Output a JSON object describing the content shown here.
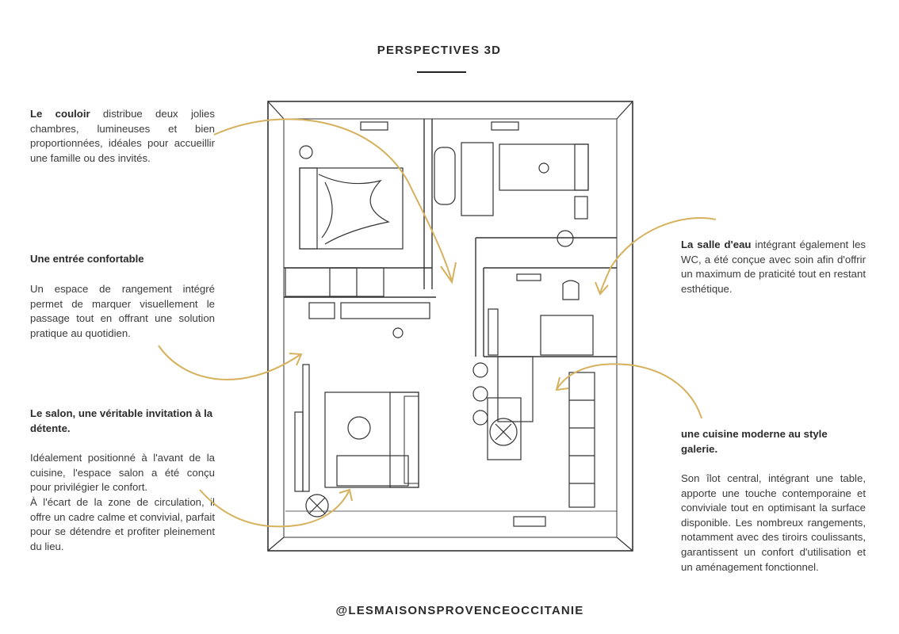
{
  "title": "PERSPECTIVES 3D",
  "handle": "@LESMAISONSPROVENCEOCCITANIE",
  "accent_color": "#d6b15e",
  "couloir": {
    "lead": "Le couloir",
    "text": " distribue deux jolies chambres, lumineuses et bien proportionnées, idéales pour accueillir une famille ou des invités."
  },
  "entree": {
    "heading": "Une entrée confortable",
    "text": "Un espace de rangement intégré permet de marquer visuellement le passage tout en offrant une solution pratique au quotidien."
  },
  "salon": {
    "heading": "Le salon, une véritable invitation à la détente.",
    "text1": "Idéalement positionné à l'avant de la cuisine, l'espace salon a été conçu pour privilégier le confort.",
    "text2": "À l'écart de la zone de circulation, il offre un cadre calme et convivial, parfait pour se détendre et profiter pleinement du lieu."
  },
  "salle_eau": {
    "lead": "La salle d'eau",
    "text": " intégrant également les WC, a été conçue avec soin afin d'offrir un maximum de praticité tout en restant esthétique."
  },
  "cuisine": {
    "heading": "une cuisine moderne au style galerie.",
    "text": "Son îlot central, intégrant une table, apporte une touche contemporaine et conviviale tout en optimisant la surface disponible. Les nombreux rangements, notamment avec des tiroirs coulissants, garantissent un confort d'utilisation et un aménagement fonctionnel."
  }
}
